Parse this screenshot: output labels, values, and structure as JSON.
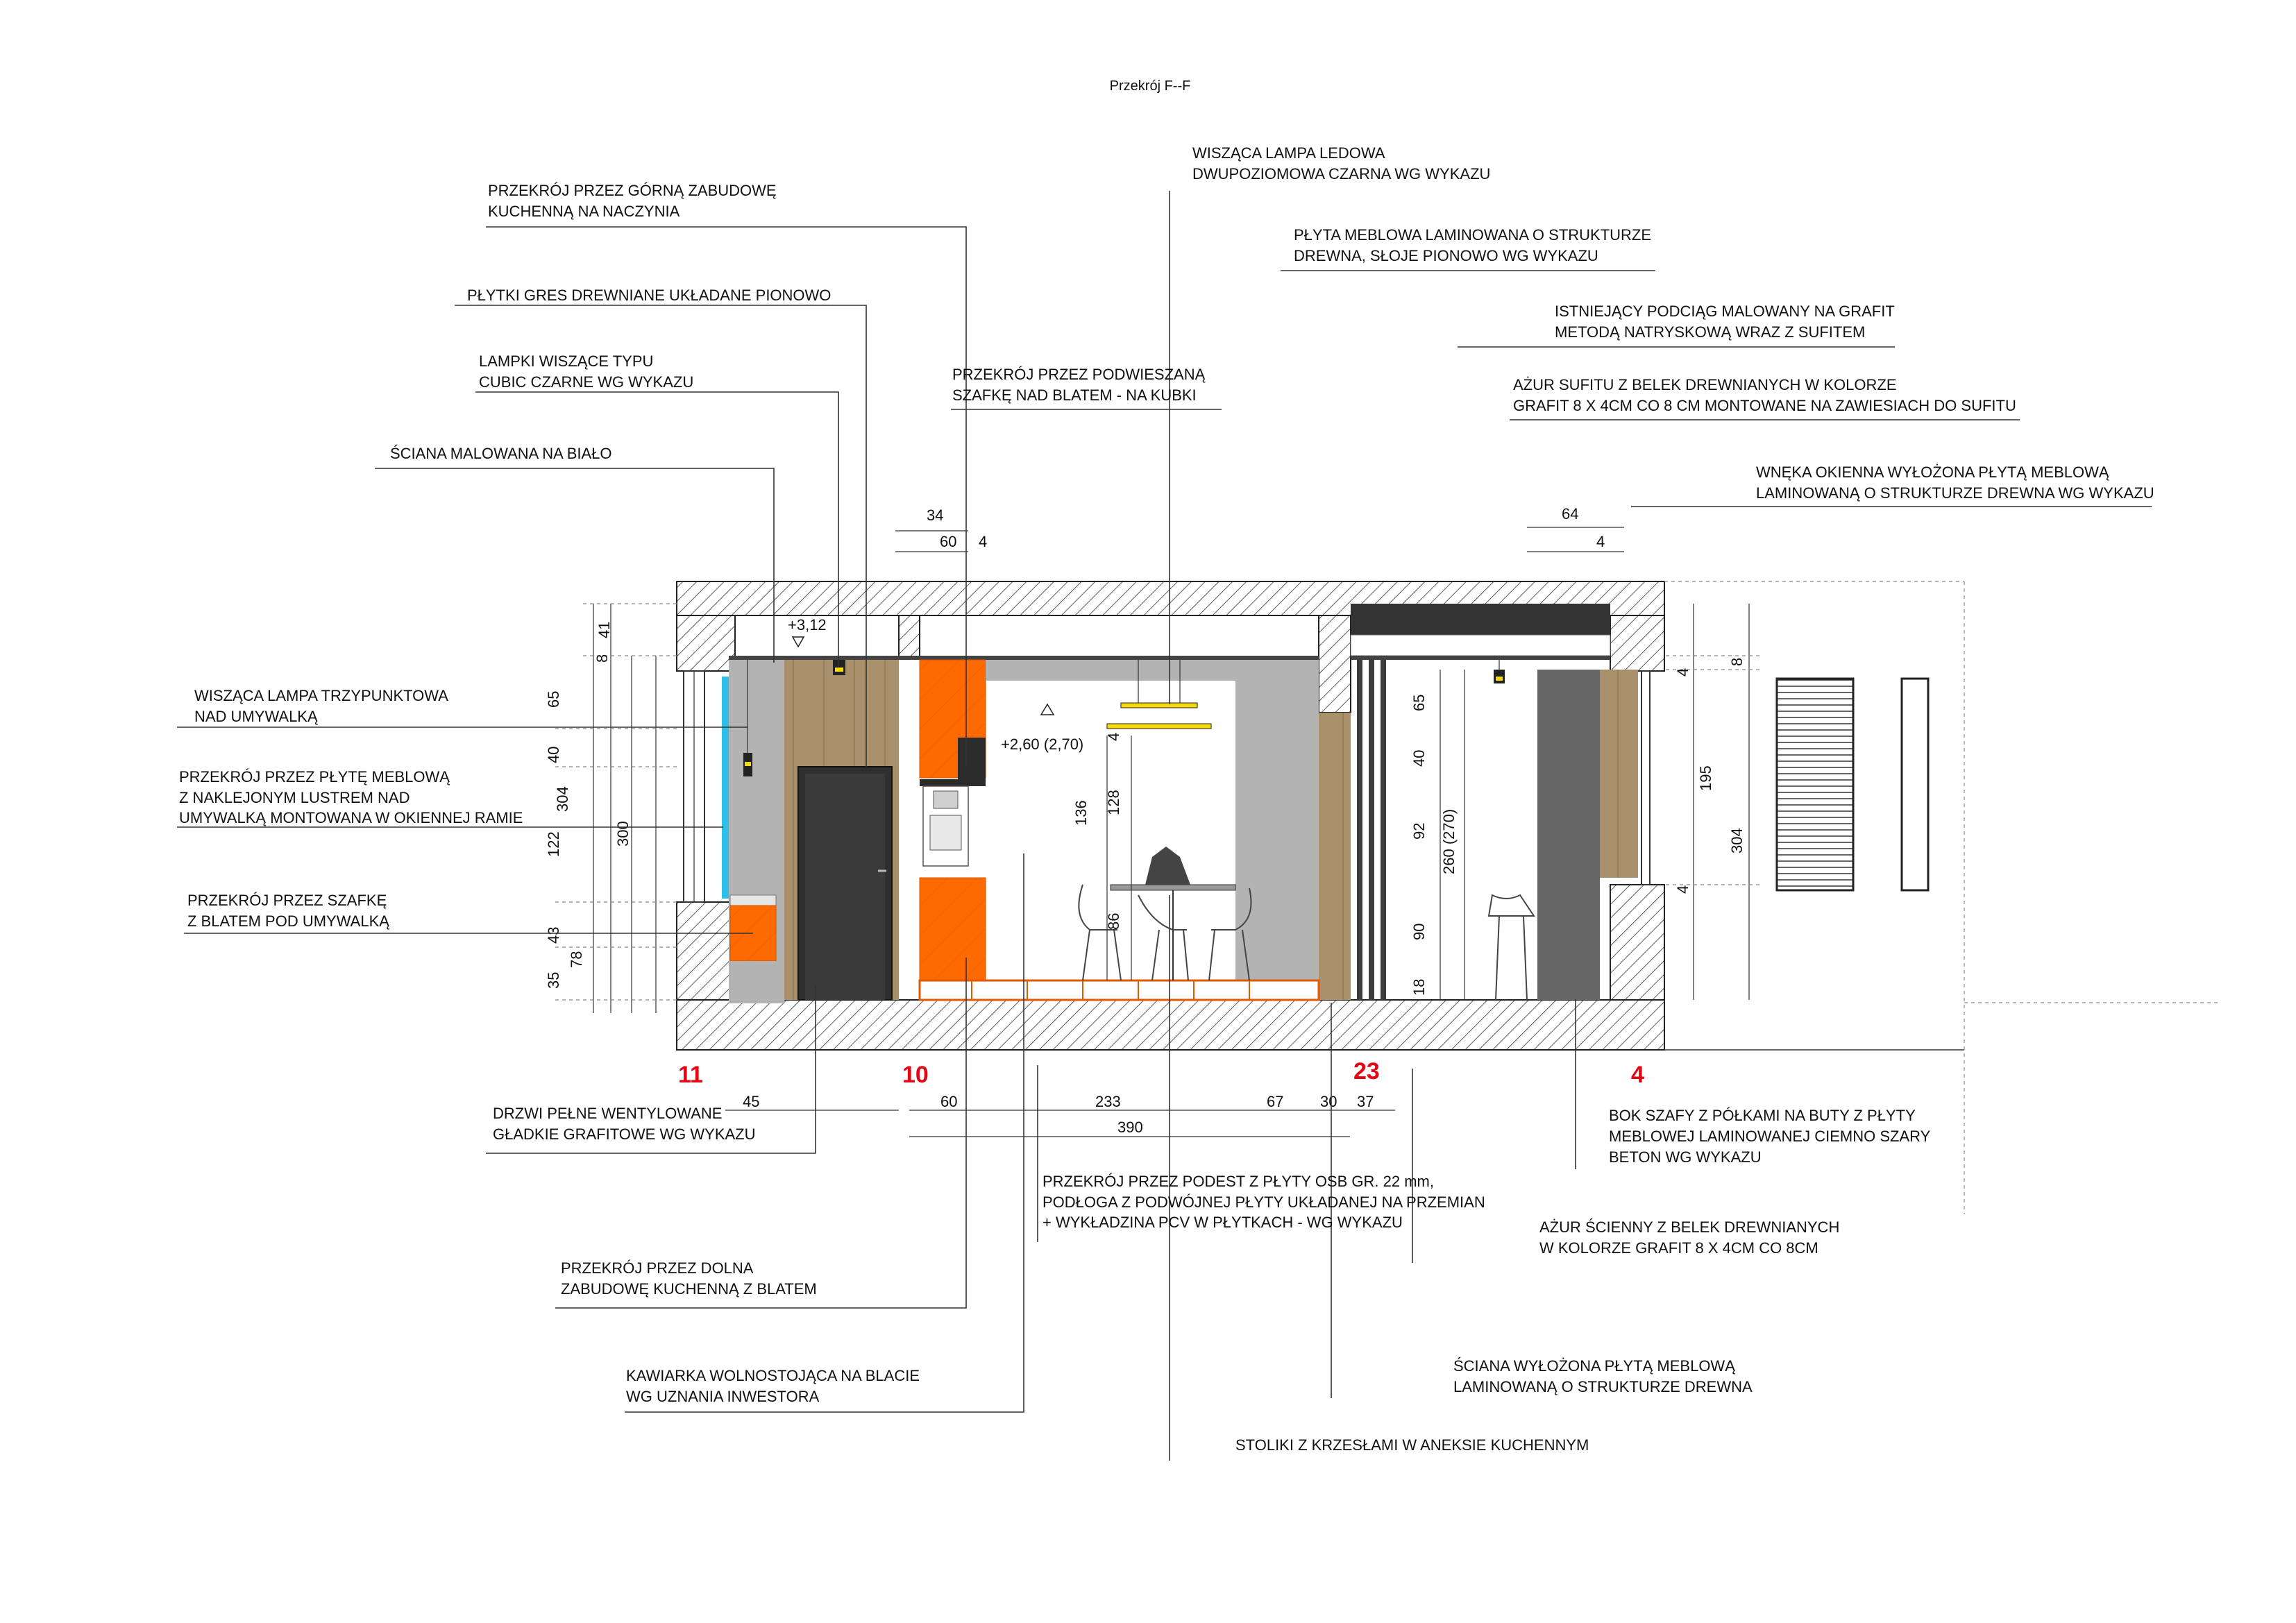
{
  "title": "Przekrój F--F",
  "colors": {
    "wall_hatch": "#333333",
    "wood": "#a8916a",
    "grey_panel": "#b3b3b3",
    "graphite": "#3c3c3c",
    "door": "#2f2f2f",
    "orange": "#ff6a00",
    "lamp": "#f5d90a",
    "mirror": "#2ec0e8",
    "dark_grey": "#666666",
    "room_number": "#e30613"
  },
  "labels": {
    "l01": [
      "PRZEKRÓJ PRZEZ GÓRNĄ ZABUDOWĘ",
      "KUCHENNĄ NA NACZYNIA"
    ],
    "l02": [
      "PŁYTKI GRES DREWNIANE UKŁADANE PIONOWO"
    ],
    "l03": [
      "LAMPKI WISZĄCE TYPU",
      "CUBIC CZARNE WG WYKAZU"
    ],
    "l04": [
      "ŚCIANA MALOWANA NA BIAŁO"
    ],
    "l05": [
      "WISZĄCA LAMPA TRZYPUNKTOWA",
      "NAD  UMYWALKĄ"
    ],
    "l06": [
      "PRZEKRÓJ PRZEZ PŁYTĘ MEBLOWĄ",
      "Z NAKLEJONYM LUSTREM NAD",
      "UMYWALKĄ MONTOWANA W OKIENNEJ RAMIE"
    ],
    "l07": [
      "PRZEKRÓJ PRZEZ SZAFKĘ",
      "Z BLATEM POD UMYWALKĄ"
    ],
    "l08": [
      "WISZĄCA LAMPA LEDOWA",
      " DWUPOZIOMOWA CZARNA WG WYKAZU"
    ],
    "l09": [
      "PŁYTA MEBLOWA LAMINOWANA O STRUKTURZE",
      "DREWNA, SŁOJE PIONOWO WG WYKAZU"
    ],
    "l10": [
      "PRZEKRÓJ PRZEZ PODWIESZANĄ",
      "SZAFKĘ NAD BLATEM - NA KUBKI"
    ],
    "l11": [
      "ISTNIEJĄCY PODCIĄG MALOWANY NA GRAFIT",
      "METODĄ NATRYSKOWĄ WRAZ Z SUFITEM"
    ],
    "l12": [
      "AŻUR SUFITU Z BELEK DREWNIANYCH W KOLORZE",
      "GRAFIT 8 X 4CM CO 8 CM MONTOWANE NA ZAWIESIACH DO SUFITU"
    ],
    "l13": [
      "WNĘKA OKIENNA WYŁOŻONA PŁYTĄ MEBLOWĄ",
      "LAMINOWANĄ O STRUKTURZE DREWNA WG WYKAZU"
    ],
    "l14": [
      "DRZWI PEŁNE WENTYLOWANE",
      "GŁADKIE GRAFITOWE WG WYKAZU"
    ],
    "l15": [
      "BOK SZAFY Z PÓŁKAMI NA BUTY Z PŁYTY",
      "MEBLOWEJ LAMINOWANEJ CIEMNO SZARY",
      "BETON WG WYKAZU"
    ],
    "l16": [
      "PRZEKRÓJ PRZEZ PODEST Z PŁYTY OSB GR. 22 mm,",
      "PODŁOGA Z PODWÓJNEJ PŁYTY UKŁADANEJ NA PRZEMIAN",
      "+ WYKŁADZINA PCV W PŁYTKACH - WG WYKAZU"
    ],
    "l17": [
      "AŻUR ŚCIENNY Z BELEK DREWNIANYCH",
      "W KOLORZE GRAFIT 8 X 4CM CO 8CM"
    ],
    "l18": [
      "PRZEKRÓJ PRZEZ DOLNA",
      "ZABUDOWĘ KUCHENNĄ Z BLATEM"
    ],
    "l19": [
      "ŚCIANA WYŁOŻONA PŁYTĄ MEBLOWĄ",
      "LAMINOWANĄ O STRUKTURZE DREWNA"
    ],
    "l20": [
      "KAWIARKA WOLNOSTOJĄCA NA BLACIE",
      "WG UZNANIA INWESTORA"
    ],
    "l21": [
      "STOLIKI Z KRZESŁAMI W ANEKSIE KUCHENNYM"
    ]
  },
  "levels": {
    "top": "+3,12",
    "mid": "+2,60 (2,70)"
  },
  "room_numbers": [
    "11",
    "10",
    "23",
    "4"
  ],
  "dimensions": {
    "left_inner": [
      "41",
      "65",
      "40",
      "122",
      "43",
      "35"
    ],
    "left_mid": [
      "304",
      "78"
    ],
    "left_outer": "8",
    "left_total": "300",
    "top_kitchen": [
      "34",
      "60",
      "4"
    ],
    "top_right": [
      "64",
      "4"
    ],
    "table": [
      "136",
      "128",
      "4",
      "86"
    ],
    "right_room": [
      "65",
      "40",
      "92",
      "90",
      "18"
    ],
    "right_room_total": "260 (270)",
    "right_side": [
      "8",
      "4",
      "195",
      "4"
    ],
    "right_total": "304",
    "bottom": [
      "45",
      "60",
      "233",
      "67",
      "30",
      "37"
    ],
    "bottom_total": "390"
  }
}
